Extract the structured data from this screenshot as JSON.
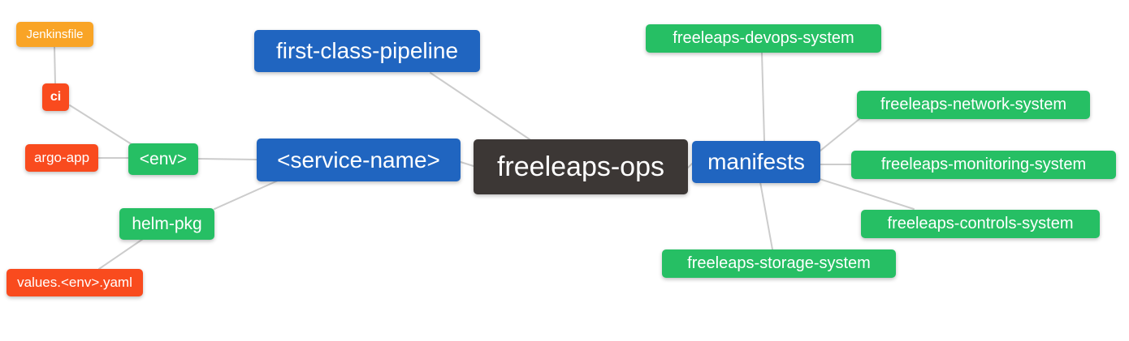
{
  "colors": {
    "blue": "#2065C0",
    "green": "#26BF64",
    "red": "#F94B1E",
    "orange": "#F9A426",
    "dark": "#3C3735",
    "edge": "#CCCCCC",
    "text": "#FFFFFF",
    "background": "#FFFFFF"
  },
  "nodes": [
    {
      "id": "jenkinsfile",
      "label": "Jenkinsfile",
      "color": "orange"
    },
    {
      "id": "ci",
      "label": "ci",
      "color": "red"
    },
    {
      "id": "argo-app",
      "label": "argo-app",
      "color": "red"
    },
    {
      "id": "env",
      "label": "<env>",
      "color": "green"
    },
    {
      "id": "helm-pkg",
      "label": "helm-pkg",
      "color": "green"
    },
    {
      "id": "values-env-yaml",
      "label": "values.<env>.yaml",
      "color": "red"
    },
    {
      "id": "first-class-pipeline",
      "label": "first-class-pipeline",
      "color": "blue"
    },
    {
      "id": "service-name",
      "label": "<service-name>",
      "color": "blue"
    },
    {
      "id": "freeleaps-ops",
      "label": "freeleaps-ops",
      "color": "dark"
    },
    {
      "id": "manifests",
      "label": "manifests",
      "color": "blue"
    },
    {
      "id": "freeleaps-devops-system",
      "label": "freeleaps-devops-system",
      "color": "green"
    },
    {
      "id": "freeleaps-network-system",
      "label": "freeleaps-network-system",
      "color": "green"
    },
    {
      "id": "freeleaps-monitoring-system",
      "label": "freeleaps-monitoring-system",
      "color": "green"
    },
    {
      "id": "freeleaps-controls-system",
      "label": "freeleaps-controls-system",
      "color": "green"
    },
    {
      "id": "freeleaps-storage-system",
      "label": "freeleaps-storage-system",
      "color": "green"
    }
  ],
  "edges": [
    {
      "from": "jenkinsfile",
      "to": "ci"
    },
    {
      "from": "ci",
      "to": "env"
    },
    {
      "from": "argo-app",
      "to": "env"
    },
    {
      "from": "env",
      "to": "service-name"
    },
    {
      "from": "helm-pkg",
      "to": "service-name"
    },
    {
      "from": "helm-pkg",
      "to": "values-env-yaml"
    },
    {
      "from": "service-name",
      "to": "freeleaps-ops"
    },
    {
      "from": "first-class-pipeline",
      "to": "freeleaps-ops"
    },
    {
      "from": "freeleaps-ops",
      "to": "manifests"
    },
    {
      "from": "manifests",
      "to": "freeleaps-devops-system"
    },
    {
      "from": "manifests",
      "to": "freeleaps-network-system"
    },
    {
      "from": "manifests",
      "to": "freeleaps-monitoring-system"
    },
    {
      "from": "manifests",
      "to": "freeleaps-controls-system"
    },
    {
      "from": "manifests",
      "to": "freeleaps-storage-system"
    }
  ]
}
